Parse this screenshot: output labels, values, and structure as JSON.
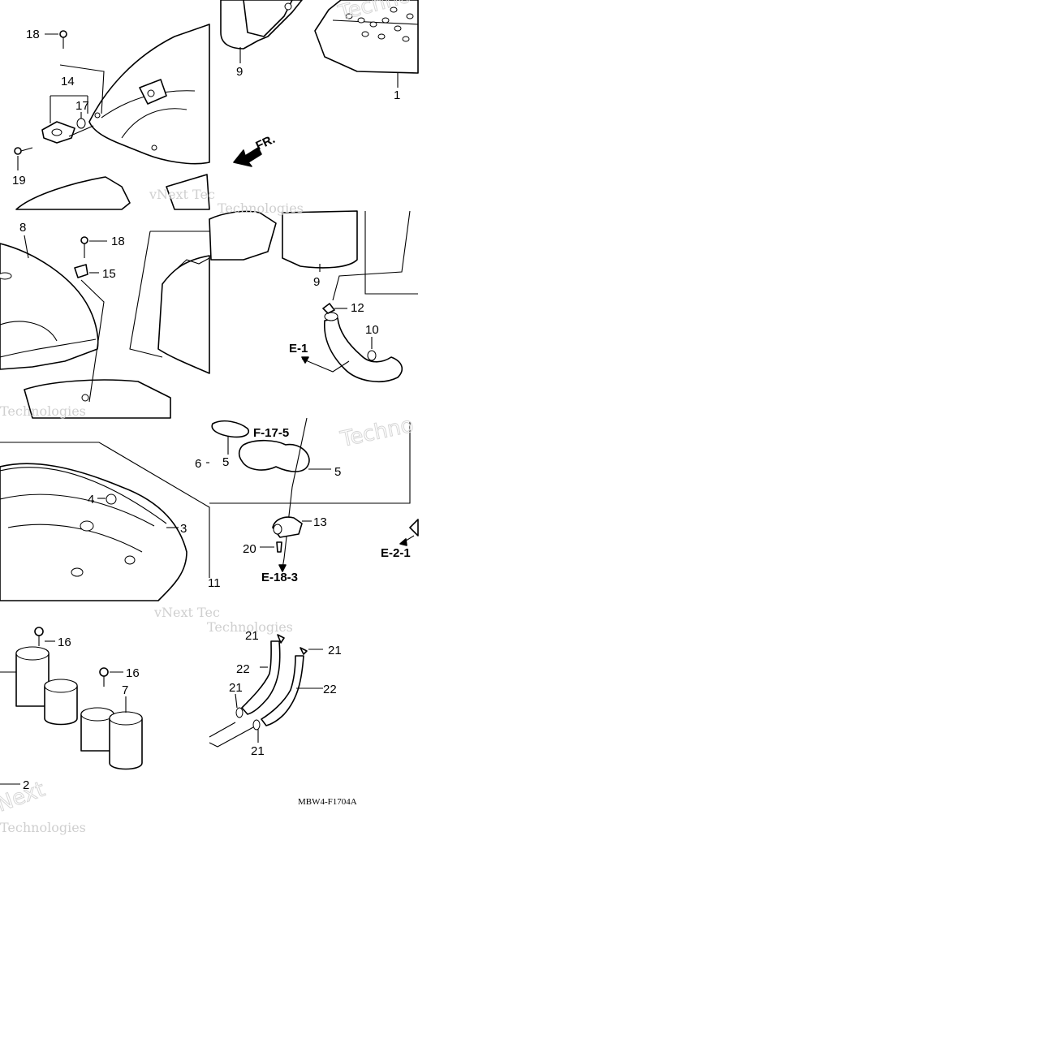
{
  "diagram": {
    "code": "MBW4-F1704A",
    "front_arrow_label": "FR.",
    "watermark": {
      "line1": "vNext Tec",
      "line2": "Technologies",
      "short": "Next",
      "brand": "Techno"
    },
    "tiles": {
      "t1": {
        "callouts": [
          "18",
          "14",
          "17",
          "19"
        ]
      },
      "t2": {
        "callouts": [
          "9",
          "1"
        ]
      },
      "t3": {
        "callouts": [
          "8",
          "18",
          "15"
        ]
      },
      "t4": {
        "callouts": [
          "9",
          "12",
          "10"
        ],
        "refs": [
          "E-1"
        ]
      },
      "t5": {
        "callouts": [
          "4",
          "3",
          "11"
        ]
      },
      "t6": {
        "callouts": [
          "6",
          "5",
          "5",
          "13",
          "20"
        ],
        "refs": [
          "F-17-5",
          "E-18-3",
          "E-2-1"
        ]
      },
      "t7": {
        "callouts": [
          "16",
          "16",
          "7",
          "2"
        ]
      },
      "t8": {
        "callouts": [
          "21",
          "21",
          "22",
          "22",
          "21",
          "21"
        ]
      }
    }
  }
}
